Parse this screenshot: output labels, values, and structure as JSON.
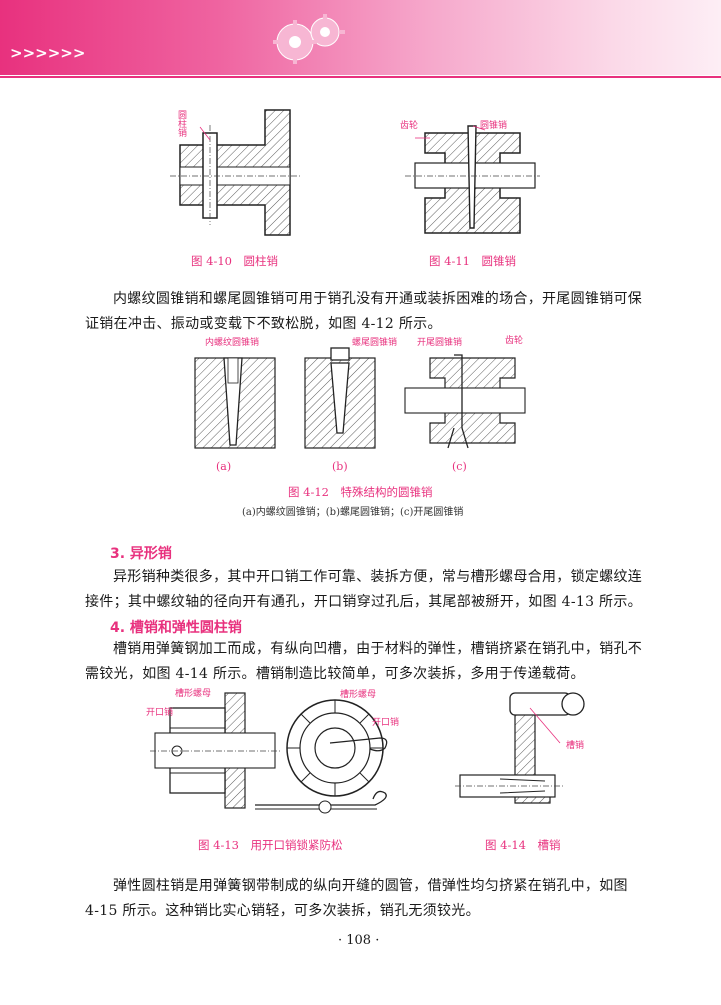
{
  "header": {
    "chevrons": ">>>>>>",
    "accent_color": "#e8317e",
    "icon": "gear-icon"
  },
  "figures": {
    "fig_4_10": {
      "caption": "图 4-10　圆柱销",
      "label": "圆柱销"
    },
    "fig_4_11": {
      "caption": "图 4-11　圆锥销",
      "label_gear": "齿轮",
      "label_pin": "圆锥销"
    },
    "fig_4_12": {
      "caption": "图 4-12　特殊结构的圆锥销",
      "subcaption": "(a)内螺纹圆锥销；(b)螺尾圆锥销；(c)开尾圆锥销",
      "label_a": "内螺纹圆锥销",
      "label_b": "螺尾圆锥销",
      "label_c": "开尾圆锥销",
      "label_c_gear": "齿轮",
      "panel_a": "(a)",
      "panel_b": "(b)",
      "panel_c": "(c)"
    },
    "fig_4_13": {
      "caption": "图 4-13　用开口销锁紧防松",
      "label_nut_left": "槽形螺母",
      "label_pin_left": "开口销",
      "label_nut_right": "槽形螺母",
      "label_pin_right": "开口销"
    },
    "fig_4_14": {
      "caption": "图 4-14　槽销",
      "label": "槽销"
    }
  },
  "paragraphs": {
    "p1": "内螺纹圆锥销和螺尾圆锥销可用于销孔没有开通或装拆困难的场合，开尾圆锥销可保证销在冲击、振动或变载下不致松脱，如图 4-12 所示。",
    "p2": "异形销种类很多，其中开口销工作可靠、装拆方便，常与槽形螺母合用，锁定螺纹连接件；其中螺纹轴的径向开有通孔，开口销穿过孔后，其尾部被掰开，如图 4-13 所示。",
    "p3": "槽销用弹簧钢加工而成，有纵向凹槽，由于材料的弹性，槽销挤紧在销孔中，销孔不需铰光，如图 4-14 所示。槽销制造比较简单，可多次装拆，多用于传递载荷。",
    "p4": "弹性圆柱销是用弹簧钢带制成的纵向开缝的圆管，借弹性均匀挤紧在销孔中，如图 4-15 所示。这种销比实心销轻，可多次装拆，销孔无须铰光。"
  },
  "sections": {
    "s3": "3. 异形销",
    "s4": "4. 槽销和弹性圆柱销"
  },
  "page_number": "· 108 ·"
}
